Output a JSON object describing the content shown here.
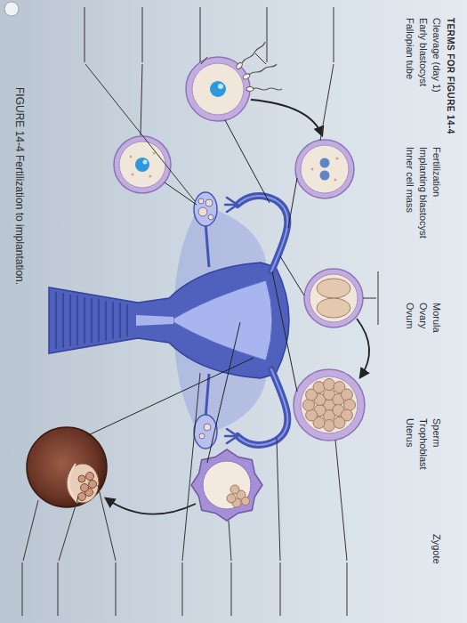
{
  "diagram": {
    "caption": "FIGURE 14-4 Fertilization to implantation.",
    "labels": [
      "TERMS FOR FIGURE 14-4",
      "Cleavage (day 1)",
      "Early blastocyst",
      "Fallopian tube",
      "Fertilization",
      "Implanting blastocyst",
      "Inner cell mass",
      "Morula",
      "Ovary",
      "Ovum",
      "Sperm",
      "Trophoblast",
      "Uterus",
      "Zygote"
    ]
  }
}
